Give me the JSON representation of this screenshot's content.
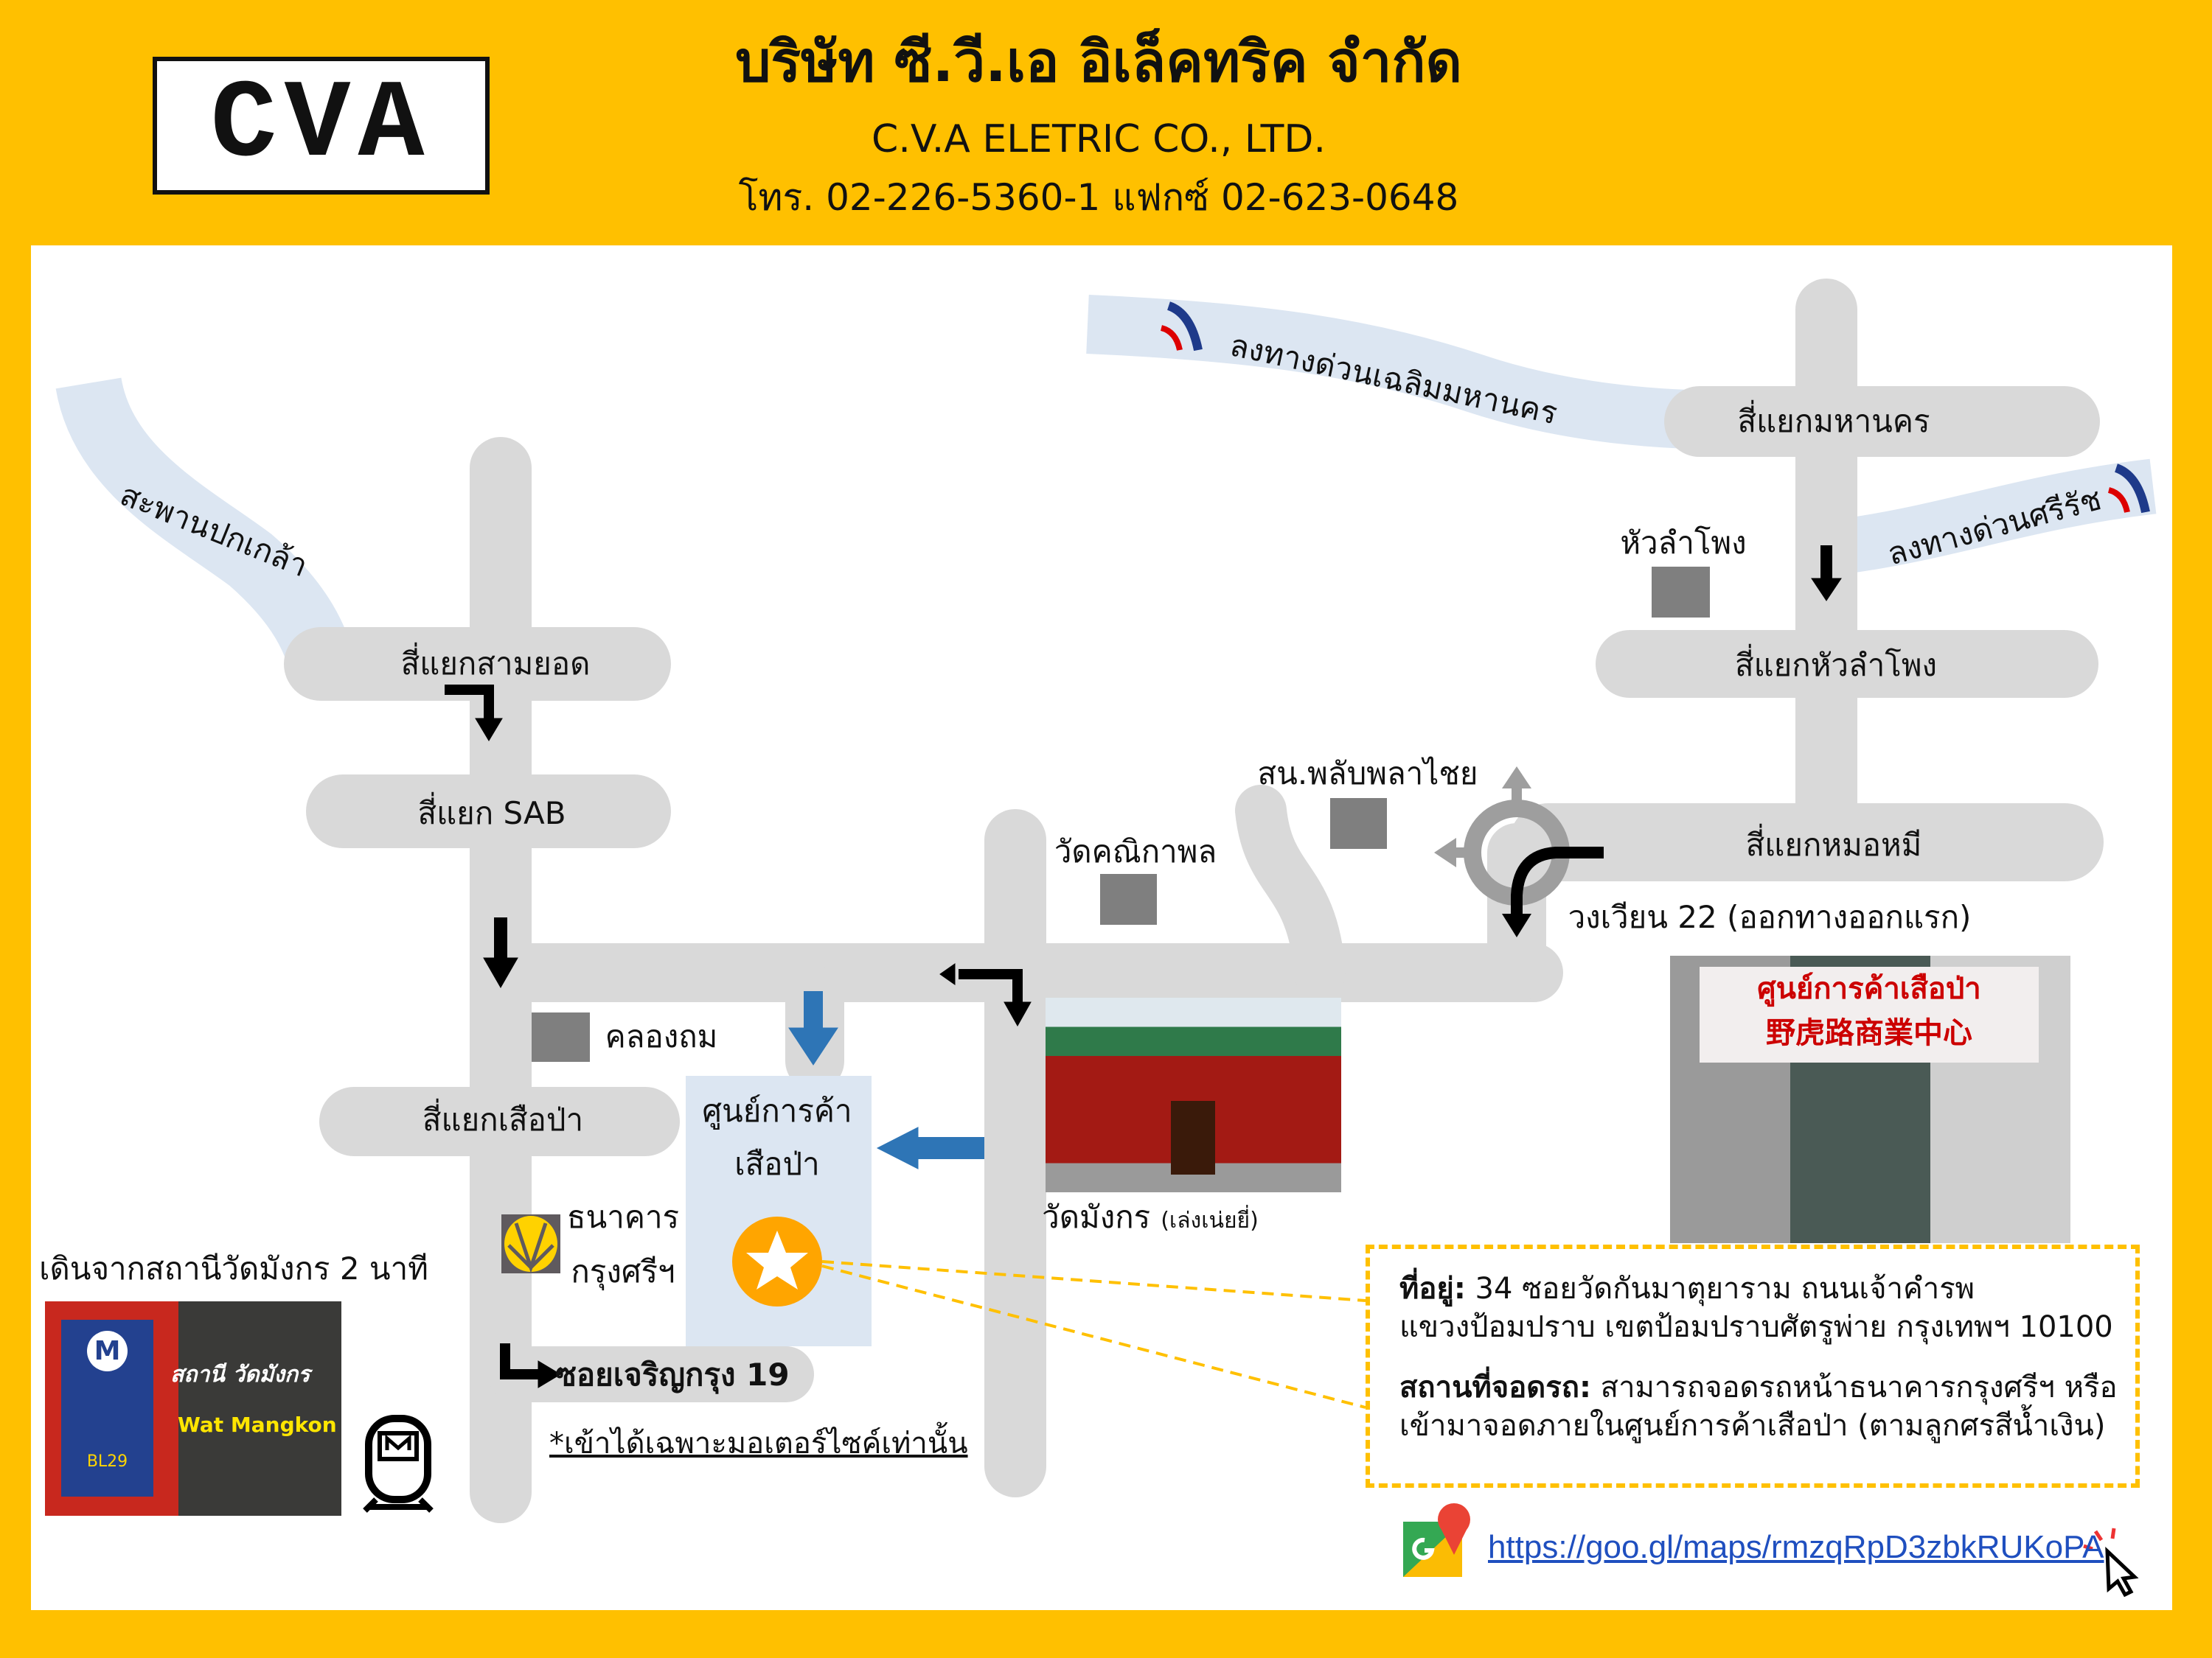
{
  "header": {
    "logo_text": "CVA",
    "title": "บริษัท ซี.วี.เอ อิเล็คทริค จำกัด",
    "subtitle": "C.V.A ELETRIC CO., LTD.",
    "phone": "โทร. 02-226-5360-1 แฟกซ์ 02-623-0648"
  },
  "map": {
    "bridge": "สะพานปกเกล้า",
    "expressway_1": "ลงทางด่วนเฉลิมมหานคร",
    "expressway_2": "ลงทางด่วนศรีรัช",
    "intersections": {
      "samyot": "สี่แยกสามยอด",
      "sab": "สี่แยก SAB",
      "suapa": "สี่แยกเสือป่า",
      "mahanakhon": "สี่แยกมหานคร",
      "hualamphong": "สี่แยกหัวลำโพง",
      "mormee": "สี่แยกหมอหมี"
    },
    "landmarks": {
      "hualamphong": "หัวลำโพง",
      "police": "สน.พลับพลาไชย",
      "wat_khanika": "วัดคณิกาพล",
      "khlong_thom": "คลองถม",
      "roundabout": "วงเวียน 22 (ออกทางออกแรก)",
      "shopping_center_line1": "ศูนย์การค้า",
      "shopping_center_line2": "เสือป่า",
      "bank_line1": "ธนาคาร",
      "bank_line2": "กรุงศรีฯ",
      "wat_mangkon": "วัดมังกร",
      "wat_mangkon_sub": "(เล่งเน่ยยี่)",
      "soi": "ซอยเจริญกรุง 19",
      "note": "*เข้าได้เฉพาะมอเตอร์ไซค์เท่านั้น",
      "mrt_walk": "เดินจากสถานีวัดมังกร 2 นาที",
      "mrt_sign_th": "สถานี วัดมังกร",
      "mrt_sign_en": "Wat Mangkon",
      "mrt_code": "BL29",
      "sign_th": "ศูนย์การค้าเสือป่า",
      "sign_cn": "野虎路商業中心"
    }
  },
  "address": {
    "label": "ที่อยู่:",
    "line1": " 34 ซอยวัดกันมาตุยาราม ถนนเจ้าคำรพ",
    "line2": "แขวงป้อมปราบ เขตป้อมปราบศัตรูพ่าย กรุงเทพฯ 10100",
    "parking_label": "สถานที่จอดรถ:",
    "parking_line1": " สามารถจอดรถหน้าธนาคารกรุงศรีฯ หรือ",
    "parking_line2": "เข้ามาจอดภายในศูนย์การค้าเสือป่า (ตามลูกศรสีน้ำเงิน)"
  },
  "link": "https://goo.gl/maps/rmzqRpD3zbkRUKoPA",
  "colors": {
    "background": "#FFC000",
    "road": "#D9D9D9",
    "river": "#DCE6F2",
    "blue_arrow": "#2E75B6",
    "star": "#FFA500"
  }
}
